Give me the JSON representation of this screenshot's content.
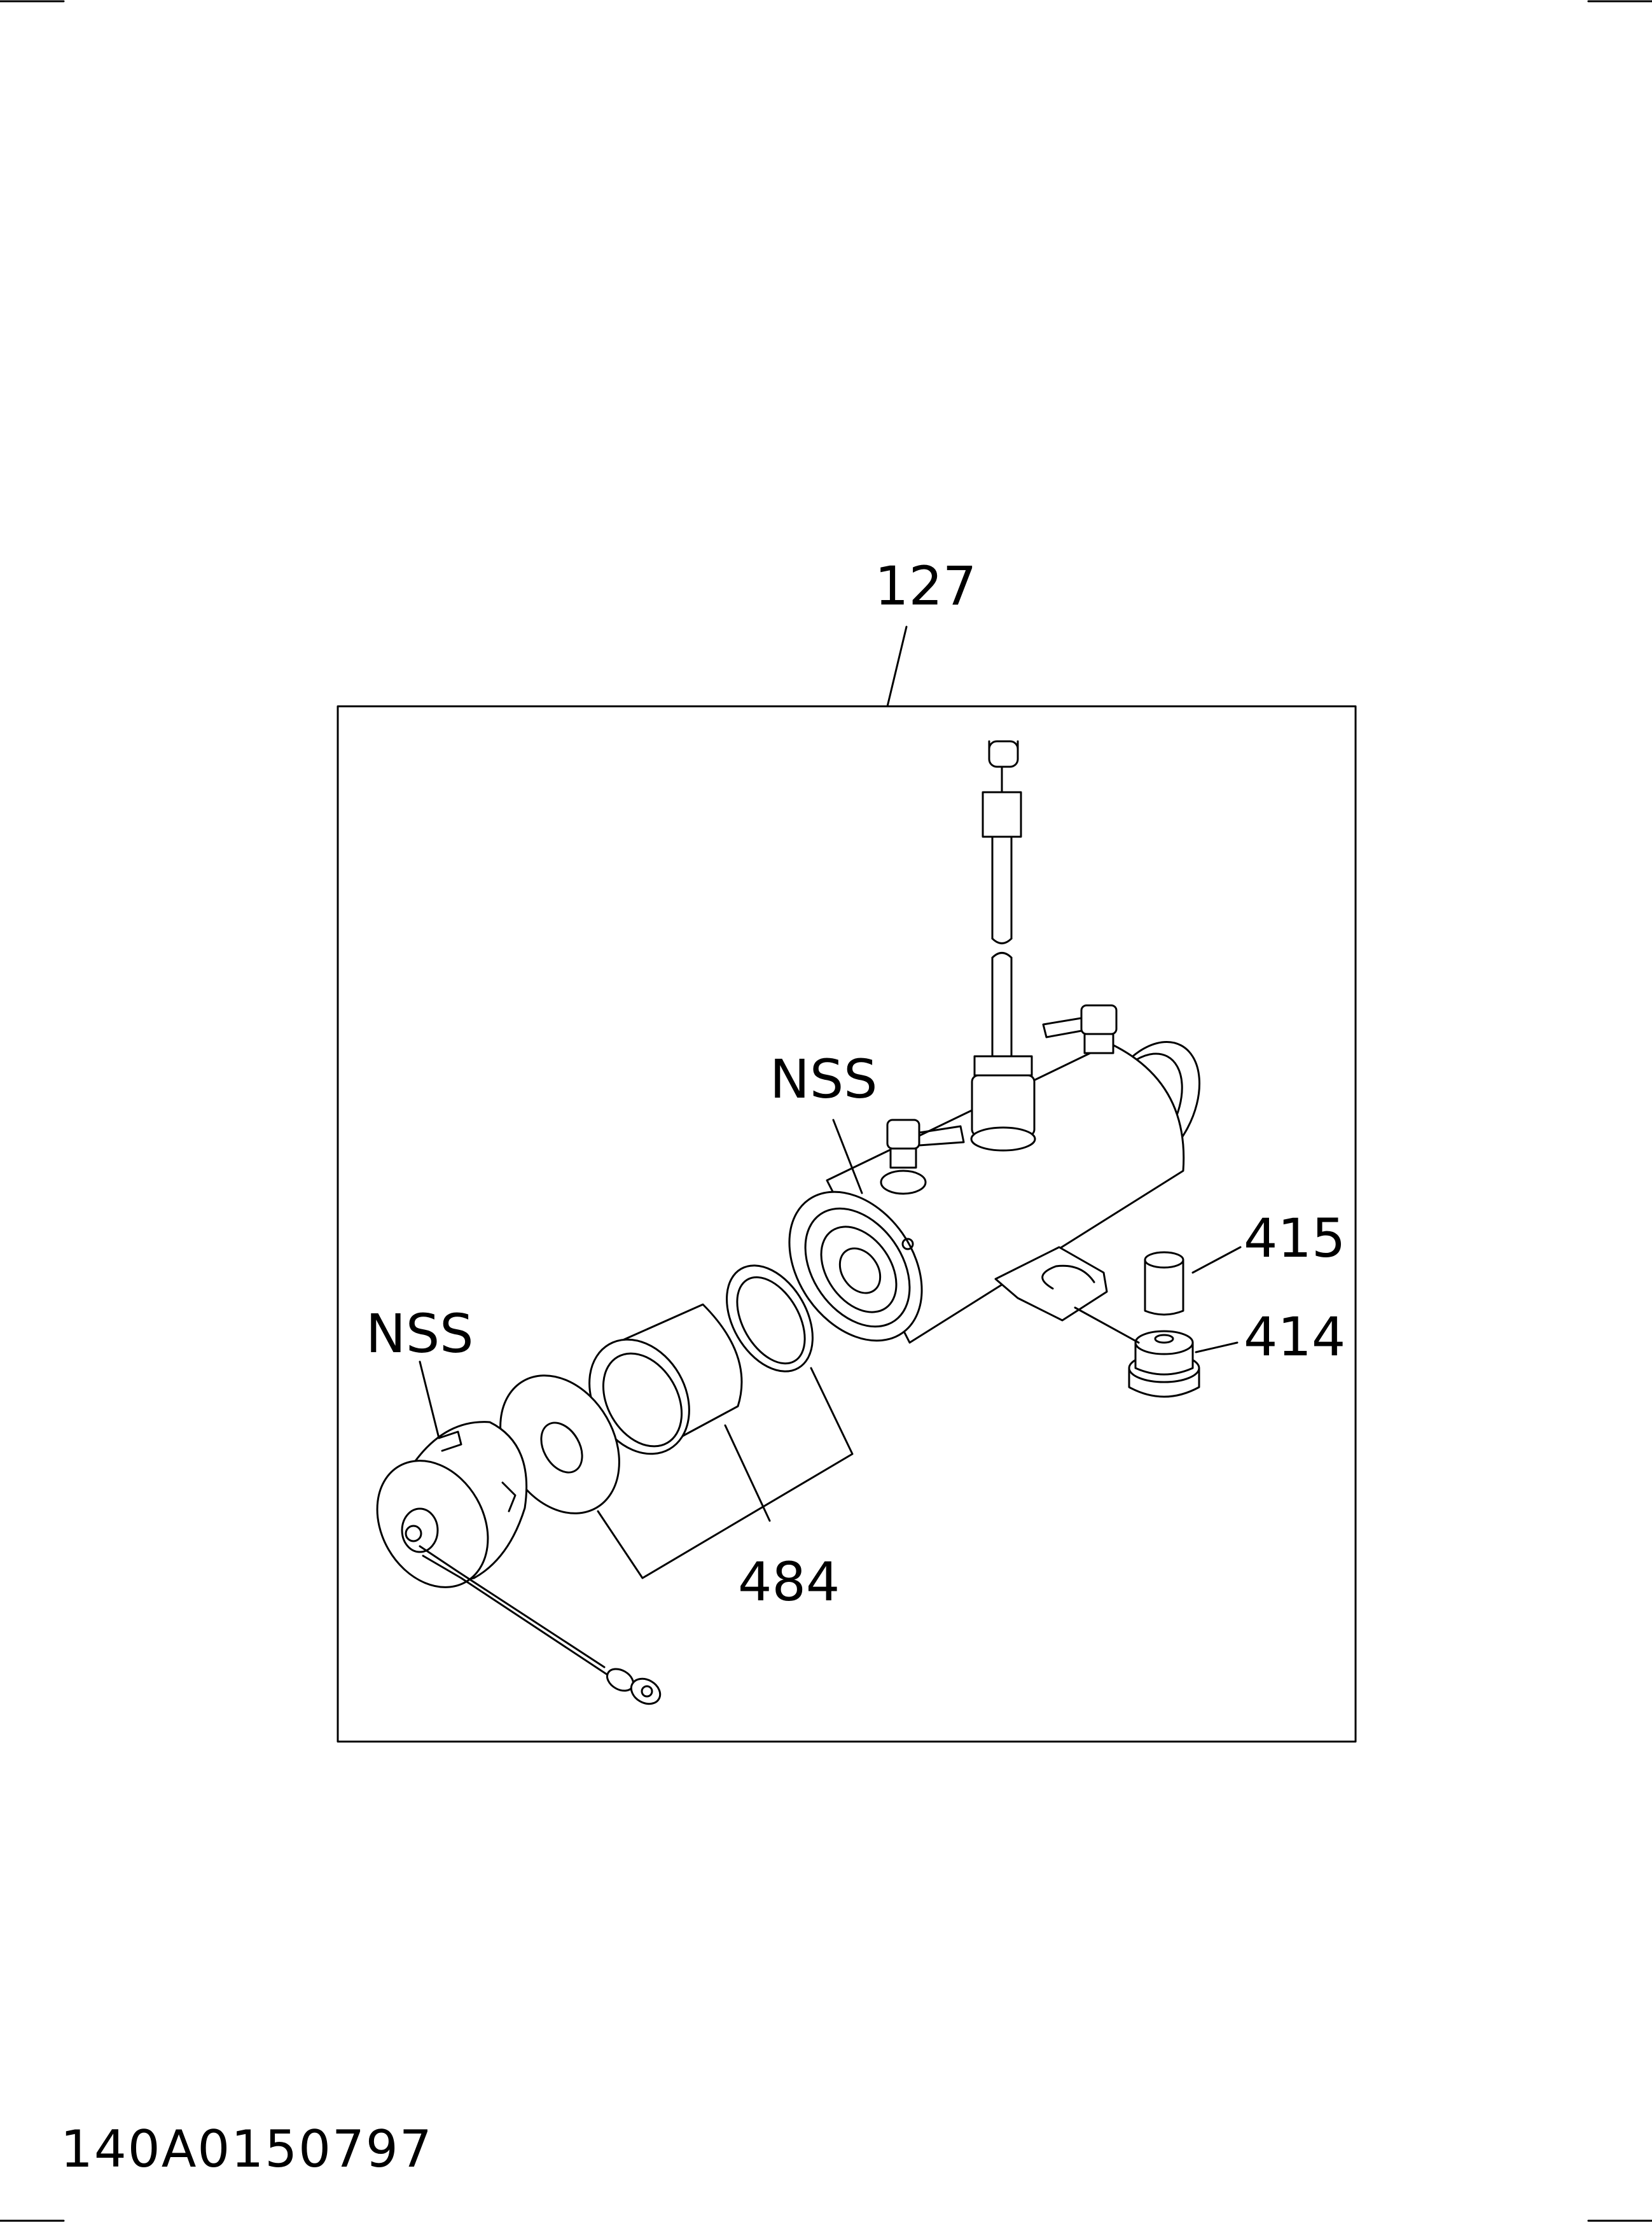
{
  "labels": {
    "assembly": "127",
    "nss_upper": "NSS",
    "nss_lower": "NSS",
    "part_415": "415",
    "part_414": "414",
    "part_484": "484"
  },
  "drawing_code": "140A0150797"
}
